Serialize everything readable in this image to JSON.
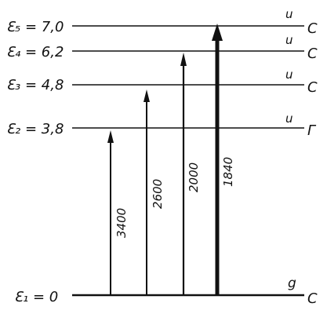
{
  "diagram": {
    "levels": [
      {
        "label": "Ɛ₅ = 7,0",
        "energy": 7.0,
        "symmetry": "u",
        "term": "C"
      },
      {
        "label": "Ɛ₄ = 6,2",
        "energy": 6.2,
        "symmetry": "u",
        "term": "C"
      },
      {
        "label": "Ɛ₃ = 4,8",
        "energy": 4.8,
        "symmetry": "u",
        "term": "C"
      },
      {
        "label": "Ɛ₂ = 3,8",
        "energy": 3.8,
        "symmetry": "u",
        "term": "Г"
      },
      {
        "label": "Ɛ₁ = 0",
        "energy": 0.0,
        "symmetry": "g",
        "term": "C"
      }
    ],
    "transitions": [
      {
        "label": "3400",
        "to_level": 2,
        "bold": false
      },
      {
        "label": "2600",
        "to_level": 3,
        "bold": false
      },
      {
        "label": "2000",
        "to_level": 4,
        "bold": false
      },
      {
        "label": "1840",
        "to_level": 5,
        "bold": true
      }
    ],
    "colors": {
      "ink": "#111111",
      "background": "#ffffff"
    }
  }
}
